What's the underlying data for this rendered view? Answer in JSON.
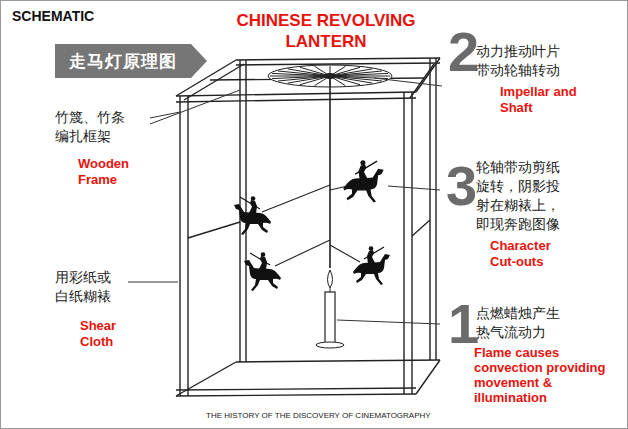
{
  "diagram": {
    "title": "CHINESE REVOLVING LANTERN",
    "caption": "THE HISTORY OF THE DISCOVERY OF CINEMATOGRAPHY",
    "nodes": [
      {
        "text": [
          "走马灯原理图"
        ]
      }
    ],
    "labels": [
      "SCHEMATIC",
      "2",
      "动力推动叶片 带动轮轴转动",
      "Impellar and Shaft",
      "竹篾、竹条 编扎框架",
      "Wooden Frame",
      "3",
      "轮轴带动剪纸 旋转，阴影投 射在糊裱上， 即现奔跑图像",
      "Character Cut-outs",
      "用彩纸或 白纸糊裱",
      "Shear Cloth",
      "1",
      "点燃蜡烛产生 热气流动力",
      "Flame causes convection providing movement & illumination"
    ]
  }
}
